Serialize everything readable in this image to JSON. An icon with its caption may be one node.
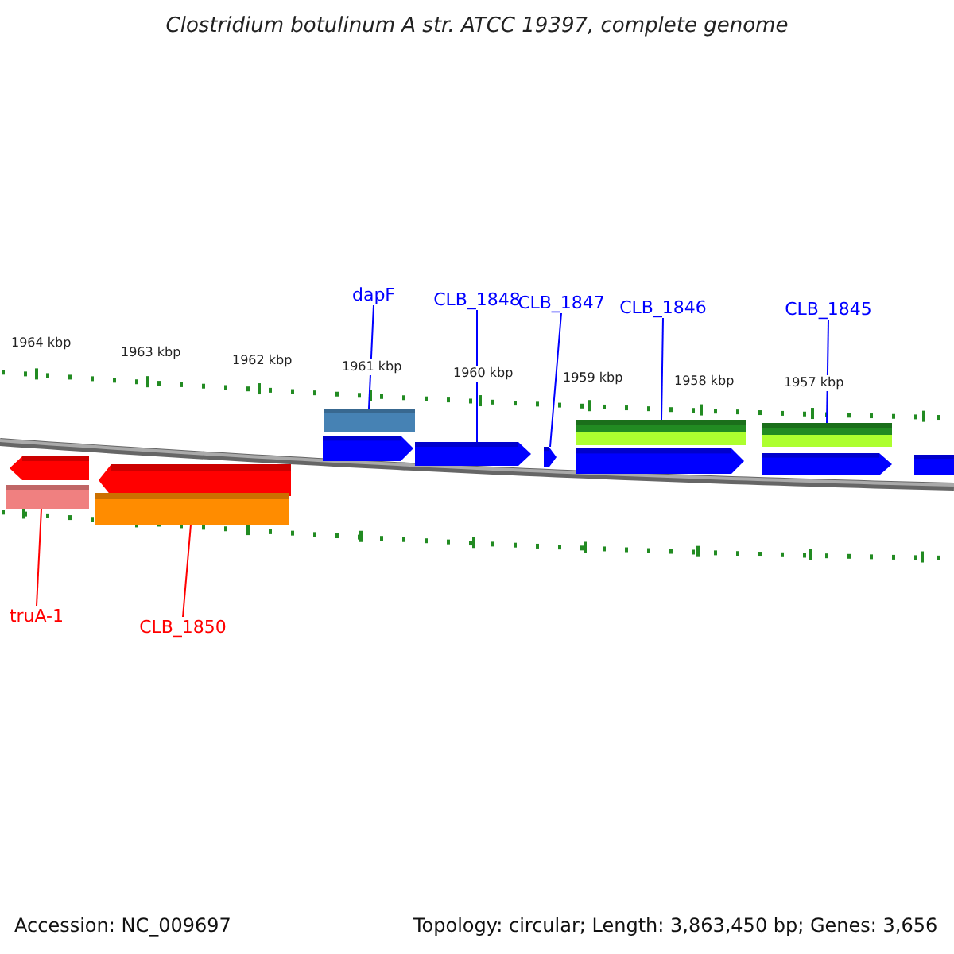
{
  "diagram": {
    "title": "Clostridium botulinum A str. ATCC 19397, complete genome",
    "nodes": [
      {
        "text": [
          "dapF"
        ]
      },
      {
        "text": [
          "CLB_1848"
        ]
      },
      {
        "text": [
          "CLB_1847"
        ]
      },
      {
        "text": [
          "CLB_1846"
        ]
      },
      {
        "text": [
          "CLB_1845"
        ]
      },
      {
        "text": [],
        "shape": "pentagon"
      },
      {
        "text": [],
        "shape": "bar"
      },
      {
        "text": [],
        "shape": "pentagon"
      },
      {
        "text": [],
        "shape": "bar"
      },
      {
        "text": [],
        "shape": "bar"
      },
      {
        "text": [],
        "shape": "pentagon"
      },
      {
        "text": [],
        "shape": "pentagon"
      },
      {
        "text": [],
        "shape": "pentagon"
      },
      {
        "text": [],
        "shape": "bar"
      },
      {
        "text": [],
        "shape": "pentagon"
      },
      {
        "text": [],
        "shape": "bar"
      },
      {
        "text": [],
        "shape": "pentagon"
      },
      {
        "text": [],
        "shape": "bar"
      },
      {
        "text": [
          "truA-1"
        ]
      },
      {
        "text": [
          "CLB_1850"
        ]
      }
    ],
    "edges": [
      {
        "from": 0,
        "to": 9,
        "arrow": "none"
      },
      {
        "from": 1,
        "to": 11,
        "arrow": "none"
      },
      {
        "from": 2,
        "to": 12,
        "arrow": "none"
      },
      {
        "from": 3,
        "to": 13,
        "arrow": "none"
      },
      {
        "from": 4,
        "to": 15,
        "arrow": "none"
      },
      {
        "from": 18,
        "to": 6,
        "arrow": "none",
        "color": "#ff0000"
      },
      {
        "from": 19,
        "to": 8,
        "arrow": "none",
        "color": "#ff0000"
      }
    ],
    "labels": [
      "1964 kbp",
      "1963 kbp",
      "1962 kbp",
      "1961 kbp",
      "1960 kbp",
      "1959 kbp",
      "1958 kbp",
      "1957 kbp",
      "Accession: NC_009697",
      "Topology: circular; Length: 3,863,450 bp; Genes: 3,656"
    ]
  }
}
